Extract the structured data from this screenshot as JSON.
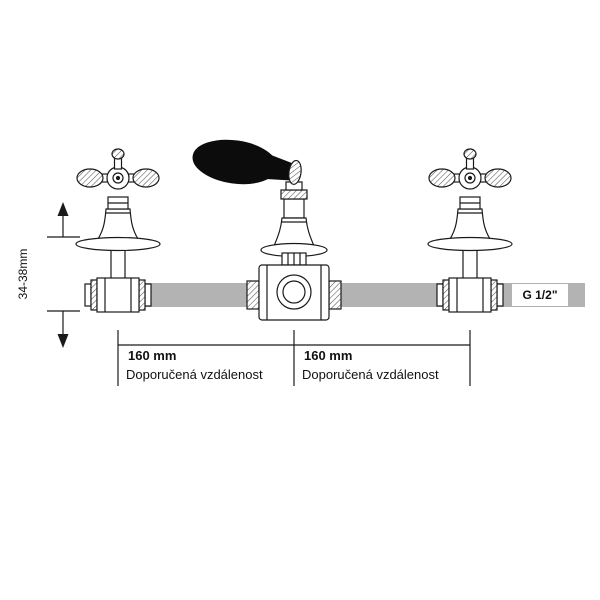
{
  "diagram": {
    "title": "faucet-concealed-mixer-installation-diagram",
    "left_dimension": {
      "label": "34-38mm"
    },
    "segments": [
      {
        "distance": "160 mm",
        "caption": "Doporučená vzdálenost"
      },
      {
        "distance": "160 mm",
        "caption": "Doporučená vzdálenost"
      }
    ],
    "thread_label": "G 1/2\"",
    "colors": {
      "pipe": "#b3b3b3",
      "line": "#1a1a1a",
      "handle": "#0c0c0c"
    }
  }
}
